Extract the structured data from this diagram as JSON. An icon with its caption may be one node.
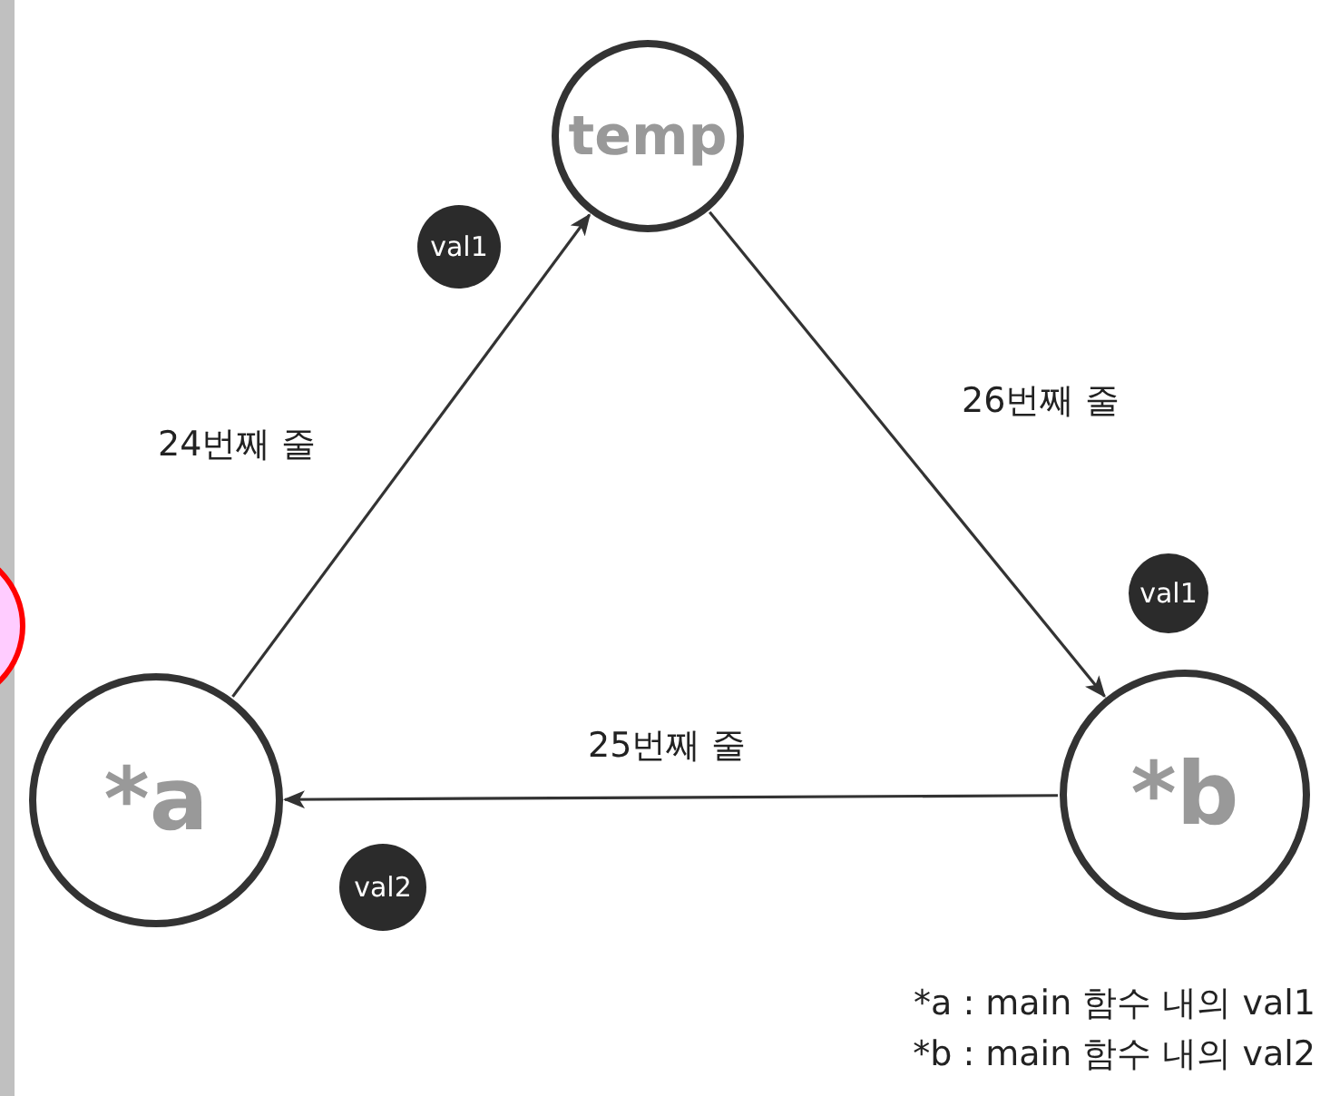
{
  "diagram": {
    "nodes": [
      {
        "text": [
          "temp"
        ]
      },
      {
        "text": [
          "*a"
        ]
      },
      {
        "text": [
          "*b"
        ]
      },
      {
        "text": [
          "val1"
        ]
      },
      {
        "text": [
          "val1"
        ]
      },
      {
        "text": [
          "val2"
        ]
      },
      {
        "text": [],
        "shape": "circle"
      }
    ],
    "edges": [
      {
        "from": 1,
        "to": 0,
        "arrow": "to",
        "label": "24번째 줄"
      },
      {
        "from": 0,
        "to": 2,
        "arrow": "to",
        "label": "26번째 줄"
      },
      {
        "from": 2,
        "to": 1,
        "arrow": "to",
        "label": "25번째 줄"
      }
    ],
    "labels": [
      "*a : main 함수 내의 val1",
      "*b : main 함수 내의 val2"
    ]
  }
}
